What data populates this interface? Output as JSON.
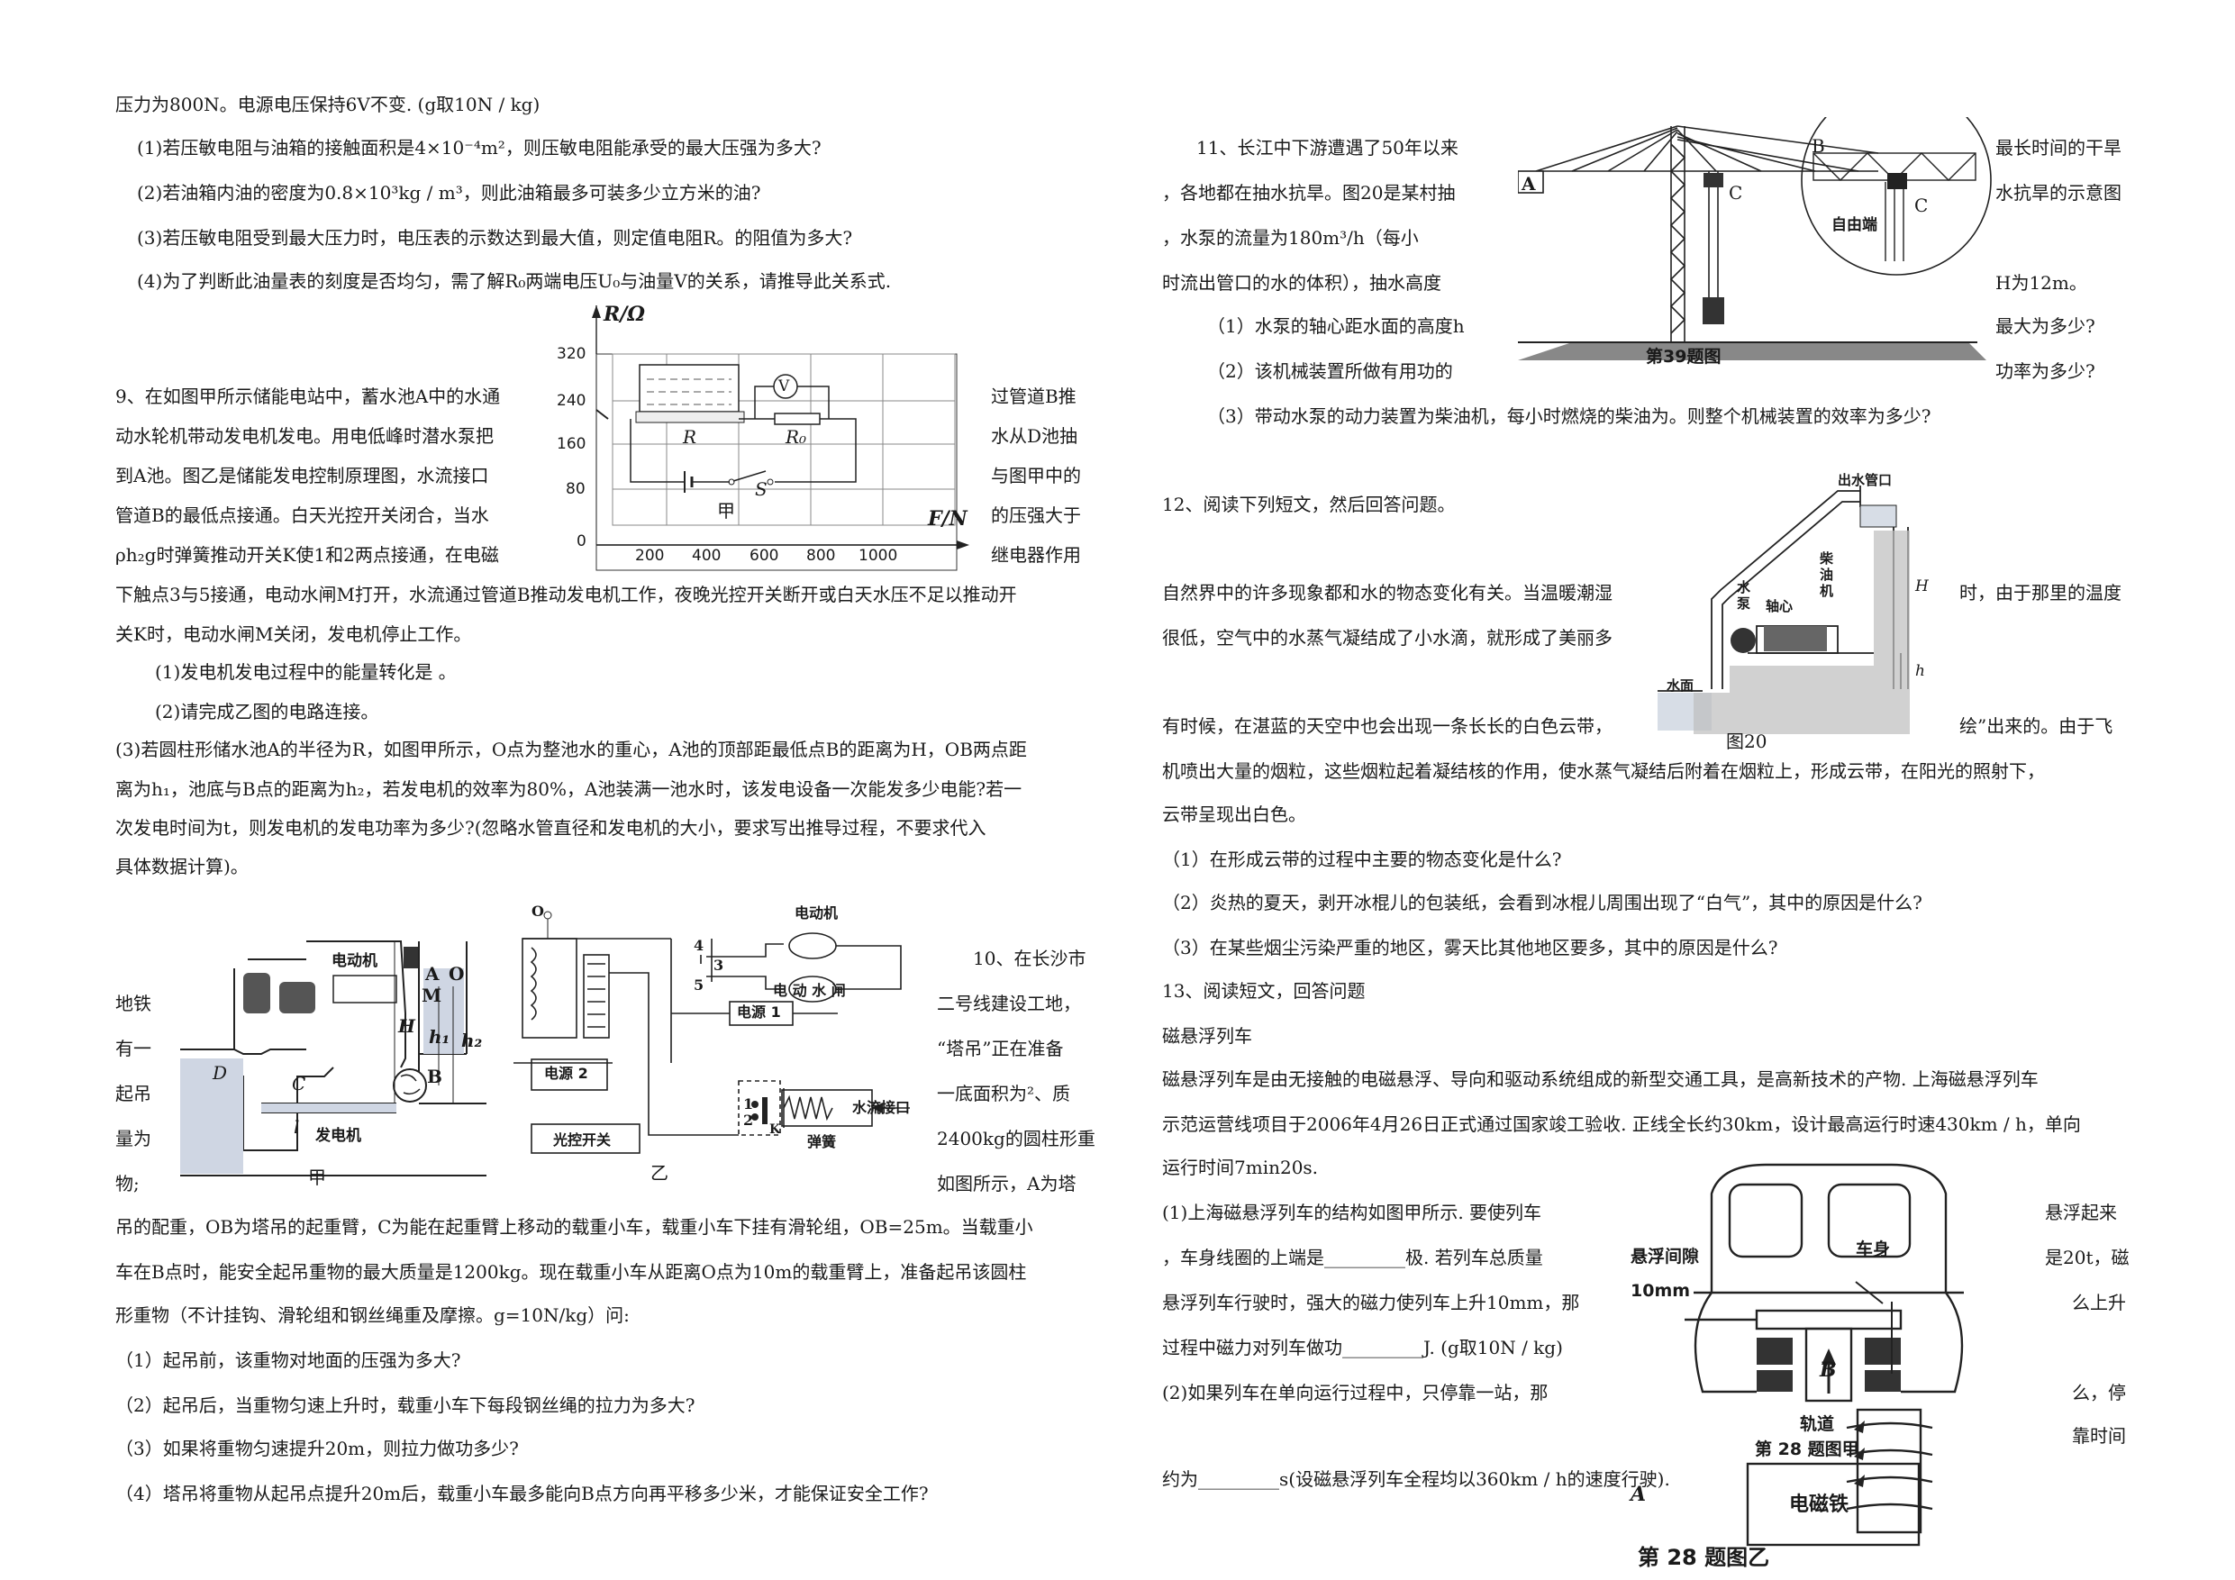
{
  "left": {
    "p8": {
      "l0": "压力为800N。电源电压保持6V不变. (g取10N / kg)",
      "q1": "(1)若压敏电阻与油箱的接触面积是4×10⁻⁴m²，则压敏电阻能承受的最大压强为多大?",
      "q2": "(2)若油箱内油的密度为0.8×10³kg / m³，则此油箱最多可装多少立方米的油?",
      "q3": "(3)若压敏电阻受到最大压力时，电压表的示数达到最大值，则定值电阻R。的阻值为多大?",
      "q4": "(4)为了判断此油量表的刻度是否均匀，需了解R₀两端电压U₀与油量V的关系，请推导此关系式."
    },
    "graph": {
      "ylabel": "R/Ω",
      "xlabel": "F/N",
      "yticks": [
        "320",
        "240",
        "160",
        "80",
        "0"
      ],
      "xticks": [
        "200",
        "400",
        "600",
        "800",
        "1000"
      ],
      "r_label": "R",
      "r0_label": "R₀",
      "s_label": "S",
      "v_label": "V",
      "caption": "甲"
    },
    "p9": {
      "l1a": "9、在如图甲所示储能电站中，蓄水池A中的水通",
      "l1b": "过管道B推",
      "l2a": "动水轮机带动发电机发电。用电低峰时潜水泵把",
      "l2b": "水从D池抽",
      "l3a": "到A池。图乙是储能发电控制原理图，水流接口",
      "l3b": "与图甲中的",
      "l4a": "管道B的最低点接通。白天光控开关闭合，当水",
      "l4b": "的压强大于",
      "l5a": "ρh₂g时弹簧推动开关K使1和2两点接通，在电磁",
      "l5b": "继电器作用",
      "l6": "下触点3与5接通，电动水闸M打开，水流通过管道B推动发电机工作，夜晚光控开关断开或白天水压不足以推动开",
      "l7": "关K时，电动水闸M关闭，发电机停止工作。",
      "q1": "(1)发电机发电过程中的能量转化是  。",
      "q2": "(2)请完成乙图的电路连接。",
      "q3a": "(3)若圆柱形储水池A的半径为R，如图甲所示，O点为整池水的重心，A池的顶部距最低点B的距离为H，OB两点距",
      "q3b": "离为h₁，池底与B点的距离为h₂，若发电机的效率为80%，A池装满一池水时，该发电设备一次能发多少电能?若一",
      "q3c": "次发电时间为t，则发电机的发电功率为多少?(忽略水管直径和发电机的大小，要求写出推导过程，不要求代入",
      "q3d": "具体数据计算)。"
    },
    "fig9a": {
      "motor": "电动机",
      "gen": "发电机",
      "D": "D",
      "C": "C",
      "l": "l",
      "A": "A",
      "O": "O",
      "M": "M",
      "H": "H",
      "h1": "h₁",
      "h2": "h₂",
      "B": "B",
      "caption": "甲"
    },
    "fig9b": {
      "motor": "电动机",
      "gate": "电 动 水 闸",
      "src1": "电源 1",
      "src2": "电源 2",
      "light": "光控开关",
      "spring": "弹簧",
      "inlet": "水流接口",
      "n4": "4",
      "n3": "3",
      "n5": "5",
      "n1": "1",
      "n2": "2",
      "nK": "K",
      "nO": "O",
      "caption": "乙"
    },
    "p10": {
      "r1": "10、在长沙市",
      "r2": "二号线建设工地，",
      "r3": "“塔吊”正在准备",
      "r4": "一底面积为²、质",
      "r5": "2400kg的圆柱形重",
      "r6": "如图所示，A为塔",
      "c1": "地铁",
      "c2": "有一",
      "c3": "起吊",
      "c4": "量为",
      "c5": "物;",
      "l1": "吊的配重，OB为塔吊的起重臂，C为能在起重臂上移动的载重小车，载重小车下挂有滑轮组，OB=25m。当载重小",
      "l2": "车在B点时，能安全起吊重物的最大质量是1200kg。现在载重小车从距离O点为10m的载重臂上，准备起吊该圆柱",
      "l3": "形重物（不计挂钩、滑轮组和钢丝绳重及摩擦。g=10N/kg）问:",
      "q1": "（1）起吊前，该重物对地面的压强为多大?",
      "q2": "（2）起吊后，当重物匀速上升时，载重小车下每段钢丝绳的拉力为多大?",
      "q3": "（3）如果将重物匀速提升20m，则拉力做功多少?",
      "q4": "（4）塔吊将重物从起吊点提升20m后，载重小车最多能向B点方向再平移多少米，才能保证安全工作?"
    }
  },
  "right": {
    "p11": {
      "l1a": "11、长江中下游遭遇了50年以来",
      "l1b": "最长时间的干旱",
      "l2a": "，各地都在抽水抗旱。图20是某村抽",
      "l2b": "水抗旱的示意图",
      "l3": "，水泵的流量为180m³/h（每小",
      "l4a": "时流出管口的水的体积），抽水高度",
      "l4b": "H为12m。",
      "q1a": "（1）水泵的轴心距水面的高度h",
      "q1b": "最大为多少?",
      "q2a": "（2）该机械装置所做有用功的",
      "q2b": "功率为多少?",
      "q3": "（3）带动水泵的动力装置为柴油机，每小时燃烧的柴油为。则整个机械装置的效率为多少?"
    },
    "crane": {
      "A": "A",
      "B": "B",
      "C": "C",
      "C2": "C",
      "free": "自由端",
      "caption": "第39题图"
    },
    "pump": {
      "outlet": "出水管口",
      "pump": "水泵",
      "axle": "轴心",
      "diesel": "柴油机",
      "water": "水面",
      "H": "H",
      "h": "h",
      "caption": "图20"
    },
    "p12": {
      "title": "12、阅读下列短文，然后回答问题。",
      "l1a": "自然界中的许多现象都和水的物态变化有关。当温暖潮湿",
      "l1b": "时，由于那里的温度",
      "l2": "很低，空气中的水蒸气凝结成了小水滴，就形成了美丽多",
      "l3a": "有时候，在湛蓝的天空中也会出现一条长长的白色云带，",
      "l3b": "绘”出来的。由于飞",
      "l4": "机喷出大量的烟粒，这些烟粒起着凝结核的作用，使水蒸气凝结后附着在烟粒上，形成云带，在阳光的照射下，",
      "l5": "云带呈现出白色。",
      "q1": "（1）在形成云带的过程中主要的物态变化是什么?",
      "q2": "（2）炎热的夏天，剥开冰棍儿的包装纸，会看到冰棍儿周围出现了“白气”，其中的原因是什么?",
      "q3": "（3）在某些烟尘污染严重的地区，雾天比其他地区要多，其中的原因是什么?"
    },
    "p13": {
      "title": "13、阅读短文，回答问题",
      "sub": "磁悬浮列车",
      "l1": "磁悬浮列车是由无接触的电磁悬浮、导向和驱动系统组成的新型交通工具，是高新技术的产物. 上海磁悬浮列车",
      "l2": "示范运营线项目于2006年4月26日正式通过国家竣工验收. 正线全长约30km，设计最高运行时速430km / h，单向",
      "l3": "运行时间7min20s.",
      "q1a": "(1)上海磁悬浮列车的结构如图甲所示. 要使列车",
      "q1b": "悬浮起来",
      "q1c": "，车身线圈的上端是_________极. 若列车总质量",
      "q1d": "是20t，磁",
      "q1e": "悬浮列车行驶时，强大的磁力使列车上升10mm，那",
      "q1f": "么上升",
      "q1g": "过程中磁力对列车做功_________J. (g取10N / kg)",
      "q2a": "(2)如果列车在单向运行过程中，只停靠一站，那",
      "q2b": "么，停",
      "q2c": "靠时间",
      "q2d": "约为_________s(设磁悬浮列车全程均以360km / h的速度行驶)."
    },
    "maglev": {
      "gap": "悬浮间隙",
      "mm": "10mm",
      "body": "车身",
      "track": "轨道",
      "B": "B",
      "A": "A",
      "magnet": "电磁铁",
      "capA": "第 28 题图甲",
      "capB": "第 28 题图乙"
    }
  }
}
